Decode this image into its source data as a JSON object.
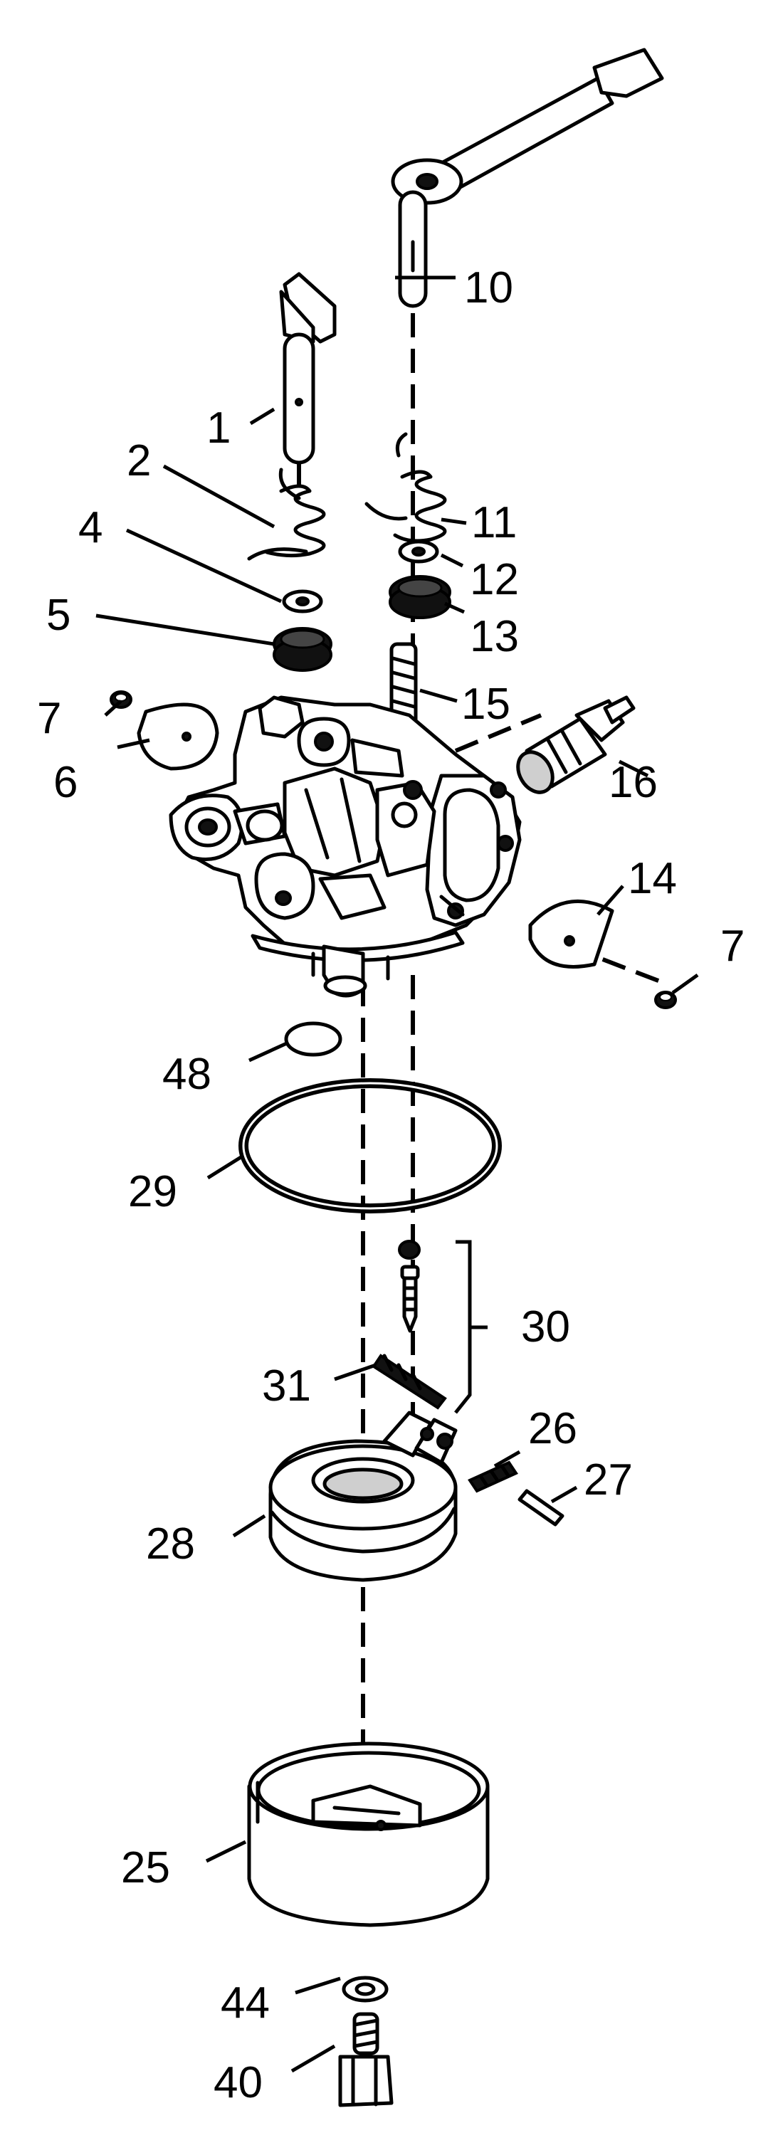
{
  "diagram": {
    "callouts": [
      {
        "id": "10",
        "text": "10"
      },
      {
        "id": "1",
        "text": "1"
      },
      {
        "id": "2",
        "text": "2"
      },
      {
        "id": "4",
        "text": "4"
      },
      {
        "id": "5",
        "text": "5"
      },
      {
        "id": "11",
        "text": "11"
      },
      {
        "id": "12",
        "text": "12"
      },
      {
        "id": "13",
        "text": "13"
      },
      {
        "id": "7a",
        "text": "7"
      },
      {
        "id": "6",
        "text": "6"
      },
      {
        "id": "15",
        "text": "15"
      },
      {
        "id": "16",
        "text": "16"
      },
      {
        "id": "14",
        "text": "14"
      },
      {
        "id": "7b",
        "text": "7"
      },
      {
        "id": "48",
        "text": "48"
      },
      {
        "id": "29",
        "text": "29"
      },
      {
        "id": "30",
        "text": "30"
      },
      {
        "id": "31",
        "text": "31"
      },
      {
        "id": "26",
        "text": "26"
      },
      {
        "id": "27",
        "text": "27"
      },
      {
        "id": "28",
        "text": "28"
      },
      {
        "id": "25",
        "text": "25"
      },
      {
        "id": "44",
        "text": "44"
      },
      {
        "id": "40",
        "text": "40"
      }
    ]
  }
}
